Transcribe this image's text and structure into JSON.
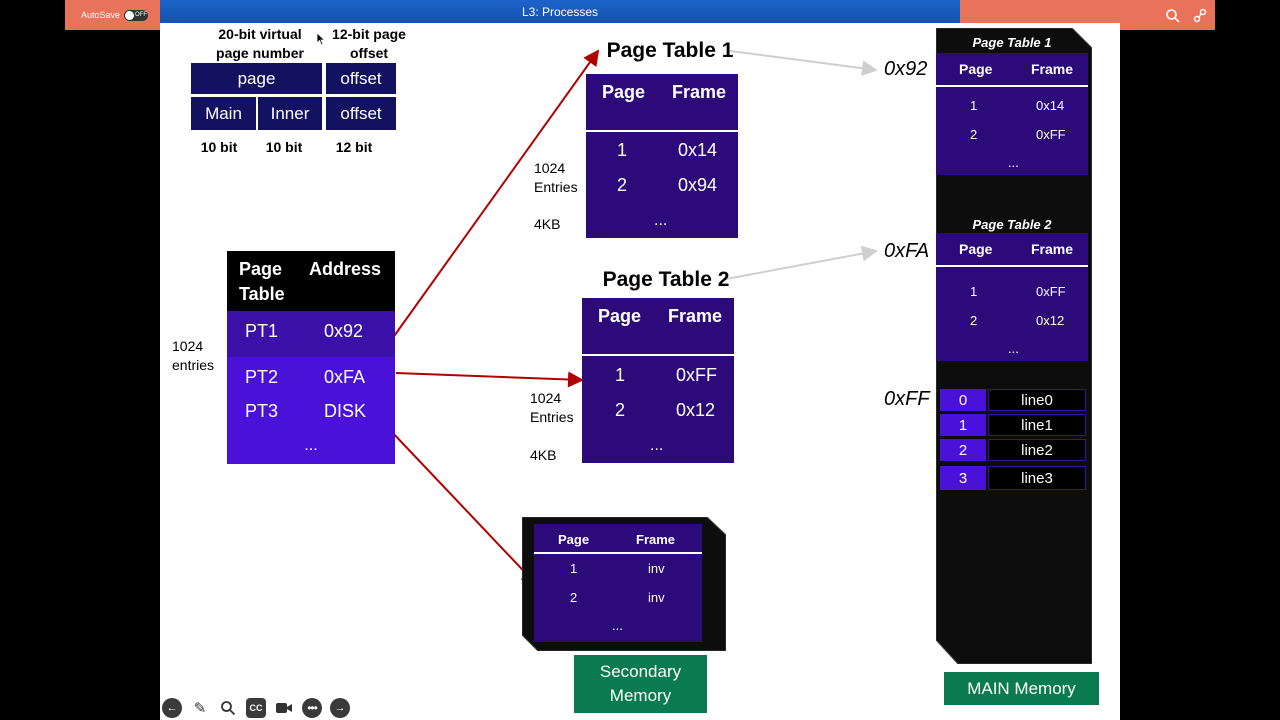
{
  "app": {
    "autosave_label": "AutoSave",
    "autosave_state": "OFF",
    "window_title": "L3: Processes"
  },
  "address_format": {
    "vpn_label": "20-bit virtual page number",
    "offset_label": "12-bit page offset",
    "row1": [
      "page",
      "offset"
    ],
    "row2": [
      "Main",
      "Inner",
      "offset"
    ],
    "bits": [
      "10 bit",
      "10 bit",
      "12 bit"
    ]
  },
  "outer_table": {
    "entries_label": "1024 entries",
    "headers": [
      "Page Table",
      "Address"
    ],
    "rows": [
      [
        "PT1",
        "0x92"
      ],
      [
        "PT2",
        "0xFA"
      ],
      [
        "PT3",
        "DISK"
      ]
    ],
    "ellipsis": "..."
  },
  "page_table_1": {
    "title": "Page Table 1",
    "entries_label": "1024 Entries",
    "size_label": "4KB",
    "headers": [
      "Page",
      "Frame"
    ],
    "rows": [
      [
        "1",
        "0x14"
      ],
      [
        "2",
        "0x94"
      ]
    ],
    "ellipsis": "..."
  },
  "page_table_2": {
    "title": "Page Table 2",
    "entries_label": "1024 Entries",
    "size_label": "4KB",
    "headers": [
      "Page",
      "Frame"
    ],
    "rows": [
      [
        "1",
        "0xFF"
      ],
      [
        "2",
        "0x12"
      ]
    ],
    "ellipsis": "..."
  },
  "secondary": {
    "headers": [
      "Page",
      "Frame"
    ],
    "rows": [
      [
        "1",
        "inv"
      ],
      [
        "2",
        "inv"
      ]
    ],
    "ellipsis": "...",
    "label": "Secondary Memory"
  },
  "main_memory": {
    "pt1": {
      "addr": "0x92",
      "title": "Page Table 1",
      "headers": [
        "Page",
        "Frame"
      ],
      "rows": [
        [
          "1",
          "0x14"
        ],
        [
          "2",
          "0xFF"
        ]
      ],
      "ellipsis": "..."
    },
    "pt2": {
      "addr": "0xFA",
      "title": "Page Table 2",
      "headers": [
        "Page",
        "Frame"
      ],
      "rows": [
        [
          "1",
          "0xFF"
        ],
        [
          "2",
          "0x12"
        ]
      ],
      "ellipsis": "..."
    },
    "frame": {
      "addr": "0xFF",
      "lines": [
        [
          "0",
          "line0"
        ],
        [
          "1",
          "line1"
        ],
        [
          "2",
          "line2"
        ],
        [
          "3",
          "line3"
        ]
      ]
    },
    "label": "MAIN Memory"
  },
  "colors": {
    "navy": "#121260",
    "purple": "#2c0a7a",
    "violet": "#4a12d8",
    "arrow_red": "#b00000",
    "label_green": "#0a7a50",
    "title_blue": "#1553b0",
    "accent_orange": "#e8735a"
  },
  "toolbar_icons": [
    "back-icon",
    "pen-icon",
    "search-icon",
    "cc-icon",
    "camera-icon",
    "more-icon",
    "forward-icon"
  ]
}
